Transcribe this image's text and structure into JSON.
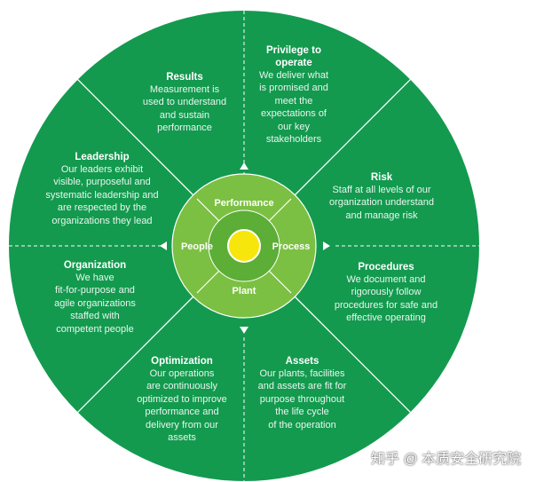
{
  "colors": {
    "outer_green": "#139a4f",
    "ring_green": "#7cc043",
    "inner_green": "#5cae36",
    "center_yellow": "#f7e60b",
    "divider": "#ffffff"
  },
  "center": {
    "top": "Performance",
    "left": "People",
    "right": "Process",
    "bottom": "Plant"
  },
  "segments": [
    {
      "id": "results",
      "title": "Results",
      "body": [
        "Measurement is",
        "used to understand",
        "and sustain",
        "performance"
      ]
    },
    {
      "id": "privilege",
      "title": "Privilege to operate",
      "title_lines": [
        "Privilege to",
        "operate"
      ],
      "body": [
        "We deliver what",
        "is promised and",
        "meet the",
        "expectations of",
        "our key",
        "stakeholders"
      ]
    },
    {
      "id": "risk",
      "title": "Risk",
      "body": [
        "Staff at all levels of our",
        "organization understand",
        "and manage risk"
      ]
    },
    {
      "id": "procedures",
      "title": "Procedures",
      "body": [
        "We document and",
        "rigorously follow",
        "procedures for safe and",
        "effective operating"
      ]
    },
    {
      "id": "assets",
      "title": "Assets",
      "body": [
        "Our plants, facilities",
        "and assets are fit for",
        "purpose throughout",
        "the life cycle",
        "of the operation"
      ]
    },
    {
      "id": "optimization",
      "title": "Optimization",
      "body": [
        "Our operations",
        "are continuously",
        "optimized to improve",
        "performance and",
        "delivery from our",
        "assets"
      ]
    },
    {
      "id": "organization",
      "title": "Organization",
      "body": [
        "We have",
        "fit-for-purpose and",
        "agile organizations",
        "staffed with",
        "competent people"
      ]
    },
    {
      "id": "leadership",
      "title": "Leadership",
      "body": [
        "Our leaders exhibit",
        "visible, purposeful and",
        "systematic leadership and",
        "are respected by the",
        "organizations they lead"
      ]
    }
  ],
  "watermark": "知乎 @ 本质安全研究院"
}
